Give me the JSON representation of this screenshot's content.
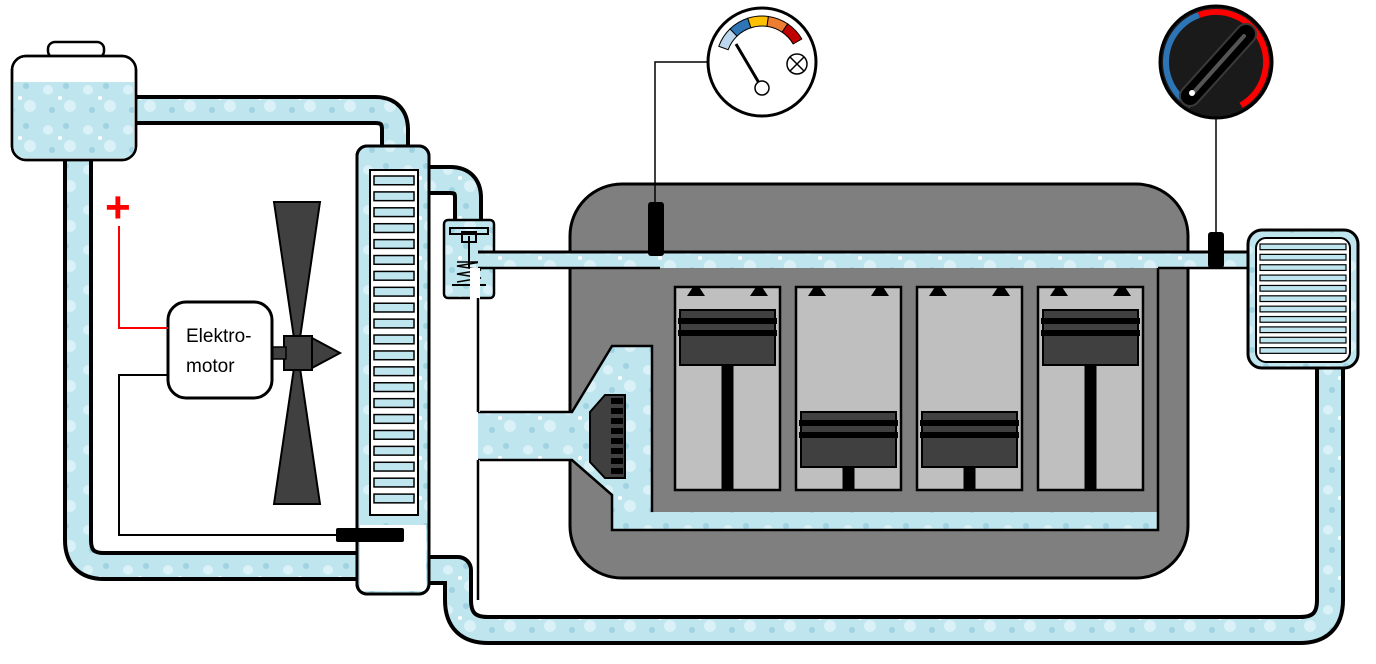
{
  "motor": {
    "label_line1": "Elektro-",
    "label_line2": "motor"
  },
  "power": {
    "polarity_symbol": "+"
  },
  "colors": {
    "coolant": "#bfe5ef",
    "pipe_outline": "#000000",
    "engine_block": "#7f7f7f",
    "cylinder": "#bfbfbf",
    "piston": "#404040",
    "wire_positive": "#ff0000",
    "gauge_scale": [
      "#bdd7ee",
      "#2e75b6",
      "#ffc000",
      "#ed7d31",
      "#c00000"
    ],
    "thermostat_knob_cold": "#2e75b6",
    "thermostat_knob_hot": "#ff0000"
  },
  "components": {
    "cylinder_count": 4,
    "radiator_fin_count": 21,
    "heater_core_fin_count": 11
  }
}
